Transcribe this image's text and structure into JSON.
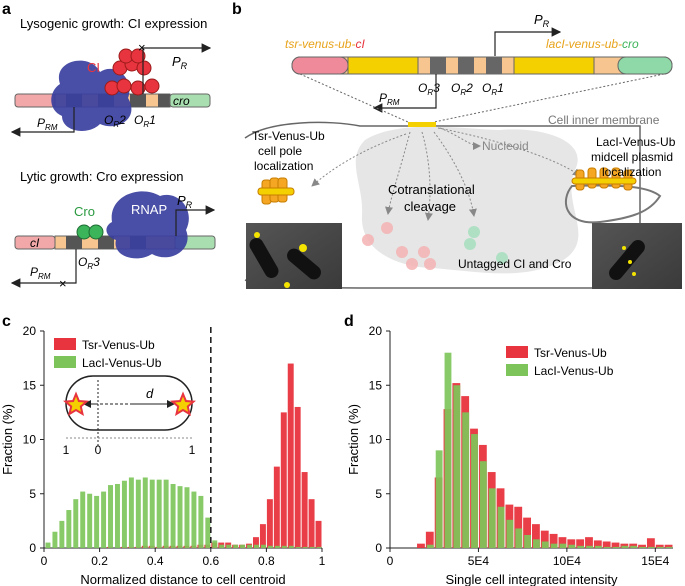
{
  "panel_a": {
    "label": "a",
    "lysogenic_title": "Lysogenic growth: CI expression",
    "lytic_title": "Lytic growth: Cro expression",
    "ci_label": "CI",
    "cro_protein_label": "Cro",
    "rnap_label": "RNAP",
    "pr": "P",
    "pr_sub": "R",
    "prm": "P",
    "prm_sub": "RM",
    "or2": "O",
    "or2_sub": "R",
    "or2_num": "2",
    "or1": "O",
    "or1_sub": "R",
    "or1_num": "1",
    "or3": "O",
    "or3_sub": "R",
    "or3_num": "3",
    "cro_gene": "cro",
    "ci_gene": "cI"
  },
  "panel_b": {
    "label": "b",
    "construct_left_1": "tsr-venus-ub-",
    "construct_left_2": "cI",
    "construct_right_1": "lacI-venus-ub-",
    "construct_right_2": "cro",
    "pr": "P",
    "pr_sub": "R",
    "prm": "P",
    "prm_sub": "RM",
    "or3": "O",
    "or3_sub": "R",
    "or3_num": "3",
    "or2": "O",
    "or2_sub": "R",
    "or2_num": "2",
    "or1": "O",
    "or1_sub": "R",
    "or1_num": "1",
    "membrane": "Cell inner membrane",
    "tsr_loc_1": "Tsr-Venus-Ub",
    "tsr_loc_2": "cell pole",
    "tsr_loc_3": "localization",
    "nucleoid": "Nucleoid",
    "cotrans_1": "Cotranslational",
    "cotrans_2": "cleavage",
    "laci_loc_1": "LacI-Venus-Ub",
    "laci_loc_2": "midcell plasmid",
    "laci_loc_3": "localization",
    "untagged": "Untagged CI and Cro"
  },
  "panel_c_meta": {
    "label": "c",
    "inset_d": "d",
    "inset_ticks": [
      "1",
      "0",
      "1"
    ]
  },
  "panel_d_meta": {
    "label": "d"
  },
  "colors": {
    "red": "#e8343e",
    "green": "#7dc55a",
    "orange": "#f5a623",
    "yellow": "#f5d000",
    "blue": "#3a3f9e",
    "grey_dna": "#8a8a8a",
    "peach": "#f7c58f",
    "pink": "#f3a6a6",
    "lightgreen": "#a9dfb0"
  },
  "chart_data": [
    {
      "type": "bar",
      "title": "",
      "xlabel": "Normalized distance to cell centroid",
      "ylabel": "Fraction (%)",
      "xlim": [
        0,
        1
      ],
      "ylim": [
        0,
        20
      ],
      "xticks": [
        "0",
        "0.2",
        "0.4",
        "0.6",
        "0.8",
        "1"
      ],
      "yticks": [
        "0",
        "5",
        "10",
        "15",
        "20"
      ],
      "vline": 0.6,
      "legend_position": "top-left",
      "bin_width": 0.025,
      "bin_start": 0,
      "series": [
        {
          "name": "Tsr-Venus-Ub",
          "color": "#e8343e",
          "values": [
            0,
            0,
            0,
            0,
            0,
            0,
            0,
            0,
            0,
            0.1,
            0,
            0.1,
            0.1,
            0.1,
            0.2,
            0.2,
            0.1,
            0.2,
            0.2,
            0.2,
            0.2,
            0.2,
            0.3,
            0.3,
            0.5,
            0.5,
            0.5,
            0.3,
            0.3,
            0.4,
            1.0,
            2.2,
            4.5,
            7.5,
            12.5,
            17.0,
            13.0,
            7.0,
            4.5,
            2.5
          ]
        },
        {
          "name": "LacI-Venus-Ub",
          "color": "#7dc55a",
          "values": [
            0.5,
            1.5,
            2.5,
            3.5,
            4.5,
            5.2,
            5.0,
            4.8,
            5.2,
            5.8,
            5.9,
            6.2,
            6.5,
            6.3,
            6.5,
            6.3,
            6.3,
            6.3,
            5.9,
            5.7,
            5.6,
            5.2,
            4.8,
            2.8,
            0.7,
            0.3,
            0.3,
            0.3,
            0.3,
            0.3,
            0.3,
            0.3,
            0.2,
            0.2,
            0.2,
            0.2,
            0.1,
            0.1,
            0.1,
            0.1
          ]
        }
      ]
    },
    {
      "type": "bar",
      "title": "",
      "xlabel": "Single cell integrated intensity",
      "ylabel": "Fraction (%)",
      "xlim": [
        0,
        160000
      ],
      "ylim": [
        0,
        20
      ],
      "xticks": [
        "0",
        "5E4",
        "10E4",
        "15E4"
      ],
      "xtick_values": [
        0,
        50000,
        100000,
        150000
      ],
      "yticks": [
        "0",
        "5",
        "10",
        "15",
        "20"
      ],
      "legend_position": "top-right",
      "bin_width": 5000,
      "bin_start": 0,
      "series": [
        {
          "name": "Tsr-Venus-Ub",
          "color": "#e8343e",
          "values": [
            0,
            0,
            0,
            0.4,
            1.5,
            6.5,
            12.8,
            15.2,
            14.0,
            11.0,
            9.5,
            7.0,
            5.5,
            4.0,
            3.8,
            2.8,
            2.2,
            1.6,
            1.3,
            1.0,
            0.8,
            0.8,
            1.0,
            0.7,
            0.6,
            0.5,
            0.4,
            0.4,
            0.3,
            0.9,
            0.3,
            0.3
          ]
        },
        {
          "name": "LacI-Venus-Ub",
          "color": "#7dc55a",
          "values": [
            0,
            0,
            0,
            0,
            0.3,
            9.0,
            18.0,
            15.0,
            12.5,
            10.5,
            8.0,
            5.5,
            3.8,
            2.6,
            1.8,
            1.2,
            0.8,
            0.6,
            0.4,
            0.4,
            0.3,
            0.2,
            0.2,
            0.2,
            0.1,
            0.1,
            0.2,
            0.2,
            0.1,
            0.1,
            0.1,
            0.1
          ]
        }
      ]
    }
  ]
}
